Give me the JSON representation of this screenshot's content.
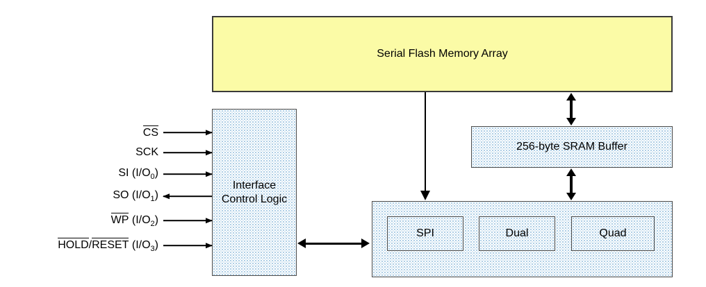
{
  "blocks": {
    "flash_array": {
      "label": "Serial Flash Memory Array"
    },
    "sram_buffer": {
      "label": "256-byte SRAM Buffer"
    },
    "interface_control": {
      "line1": "Interface",
      "line2": "Control Logic"
    },
    "io_modes": [
      {
        "label": "SPI"
      },
      {
        "label": "Dual"
      },
      {
        "label": "Quad"
      }
    ]
  },
  "signals": [
    {
      "over1": "CS",
      "slash": "",
      "over2": "",
      "plain": "",
      "paren_pre": "",
      "sub": "",
      "paren_post": "",
      "direction": "input"
    },
    {
      "over1": "",
      "slash": "",
      "over2": "",
      "plain": "SCK",
      "paren_pre": "",
      "sub": "",
      "paren_post": "",
      "direction": "input"
    },
    {
      "over1": "",
      "slash": "",
      "over2": "",
      "plain": "SI",
      "paren_pre": " (I/O",
      "sub": "0",
      "paren_post": ")",
      "direction": "input"
    },
    {
      "over1": "",
      "slash": "",
      "over2": "",
      "plain": "SO",
      "paren_pre": " (I/O",
      "sub": "1",
      "paren_post": ")",
      "direction": "output"
    },
    {
      "over1": "WP",
      "slash": "",
      "over2": "",
      "plain": "",
      "paren_pre": " (I/O",
      "sub": "2",
      "paren_post": ")",
      "direction": "input"
    },
    {
      "over1": "HOLD",
      "slash": "/",
      "over2": "RESET",
      "plain": "",
      "paren_pre": " (I/O",
      "sub": "3",
      "paren_post": ")",
      "direction": "input"
    }
  ],
  "colors": {
    "flash_fill": "#fbfba6",
    "stipple_dot": "#a9cbe4",
    "stipple_bg": "#ffffff",
    "border": "#3a3a3a",
    "arrow": "#000000",
    "text": "#000000"
  }
}
